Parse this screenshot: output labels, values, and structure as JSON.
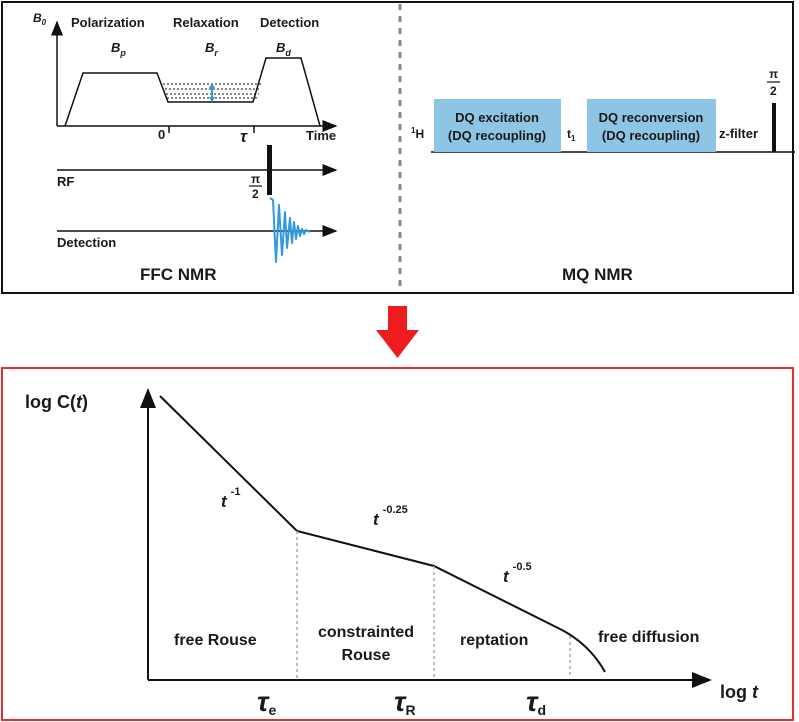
{
  "ffc": {
    "b0_label": "B",
    "b0_sub": "0",
    "phase_polarization": "Polarization",
    "phase_relaxation": "Relaxation",
    "phase_detection": "Detection",
    "bp": "B",
    "bp_sub": "p",
    "br": "B",
    "br_sub": "r",
    "bd": "B",
    "bd_sub": "d",
    "tick_zero": "0",
    "tick_tau": "τ",
    "time_label": "Time",
    "rf_label": "RF",
    "pi_num": "π",
    "pi_den": "2",
    "detection_label": "Detection",
    "title": "FFC NMR"
  },
  "mq": {
    "h_label": "H",
    "h_sup": "1",
    "dq_excitation_1": "DQ excitation",
    "dq_excitation_2": "(DQ recoupling)",
    "t1_label": "t",
    "t1_sub": "1",
    "dq_reconversion_1": "DQ reconversion",
    "dq_reconversion_2": "(DQ recoupling)",
    "zfilter": "z-filter",
    "pi_num": "π",
    "pi_den": "2",
    "title": "MQ NMR"
  },
  "plot": {
    "ylabel_pre": "log C(",
    "ylabel_var": "t",
    "ylabel_post": ")",
    "xlabel_pre": "log ",
    "xlabel_var": "t",
    "slope1_base": "t",
    "slope1_exp": "-1",
    "slope2_base": "t",
    "slope2_exp": "-0.25",
    "slope3_base": "t",
    "slope3_exp": "-0.5",
    "region1": "free Rouse",
    "region2_line1": "constrainted",
    "region2_line2": "Rouse",
    "region3": "reptation",
    "region4": "free diffusion",
    "tau_e": "τ",
    "tau_e_sub": "e",
    "tau_r": "τ",
    "tau_r_sub": "R",
    "tau_d": "τ",
    "tau_d_sub": "d"
  },
  "colors": {
    "pulse_block": "#8ec4e4",
    "arrow": "#ee1c1c",
    "fid": "#3399dd",
    "bottom_border": "#e03030"
  }
}
